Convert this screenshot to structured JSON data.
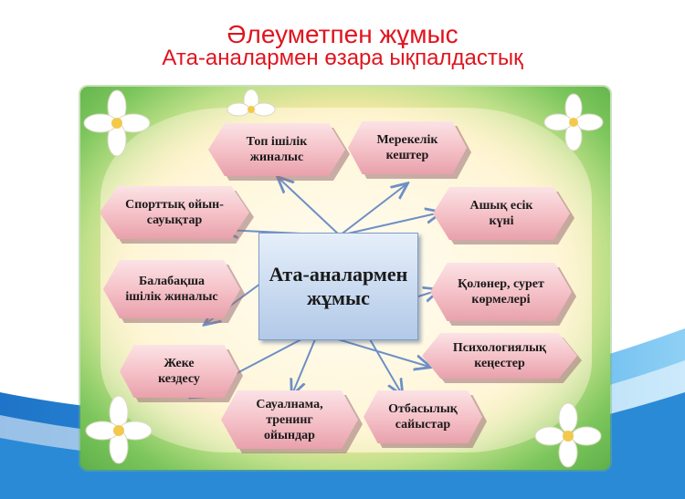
{
  "title": "Әлеуметпен жұмыс",
  "subtitle": "Ата-аналармен өзара ықпалдастық",
  "center": "Ата-аналармен жұмыс",
  "nodes": {
    "top_meeting": "Топ ішілік жиналыс",
    "celebrations": "Мерекелік кештер",
    "sports": "Спорттық ойын-сауықтар",
    "open_day": "Ашық есік күні",
    "kindergarten_meeting": "Балабақша ішілік жиналыс",
    "crafts": "Қолөнер, сурет көрмелері",
    "individual": "Жеке кездесу",
    "psych": "Психологиялық кеңестер",
    "survey": "Сауалнама, тренинг ойындар",
    "family": "Отбасылық сайыстар"
  },
  "colors": {
    "title": "#e0141e",
    "node_fill": "#f4bfc6",
    "center_fill": "#c9daf0",
    "frame_green": "#7cc65c",
    "swoosh_blue": "#2f8fd8"
  }
}
